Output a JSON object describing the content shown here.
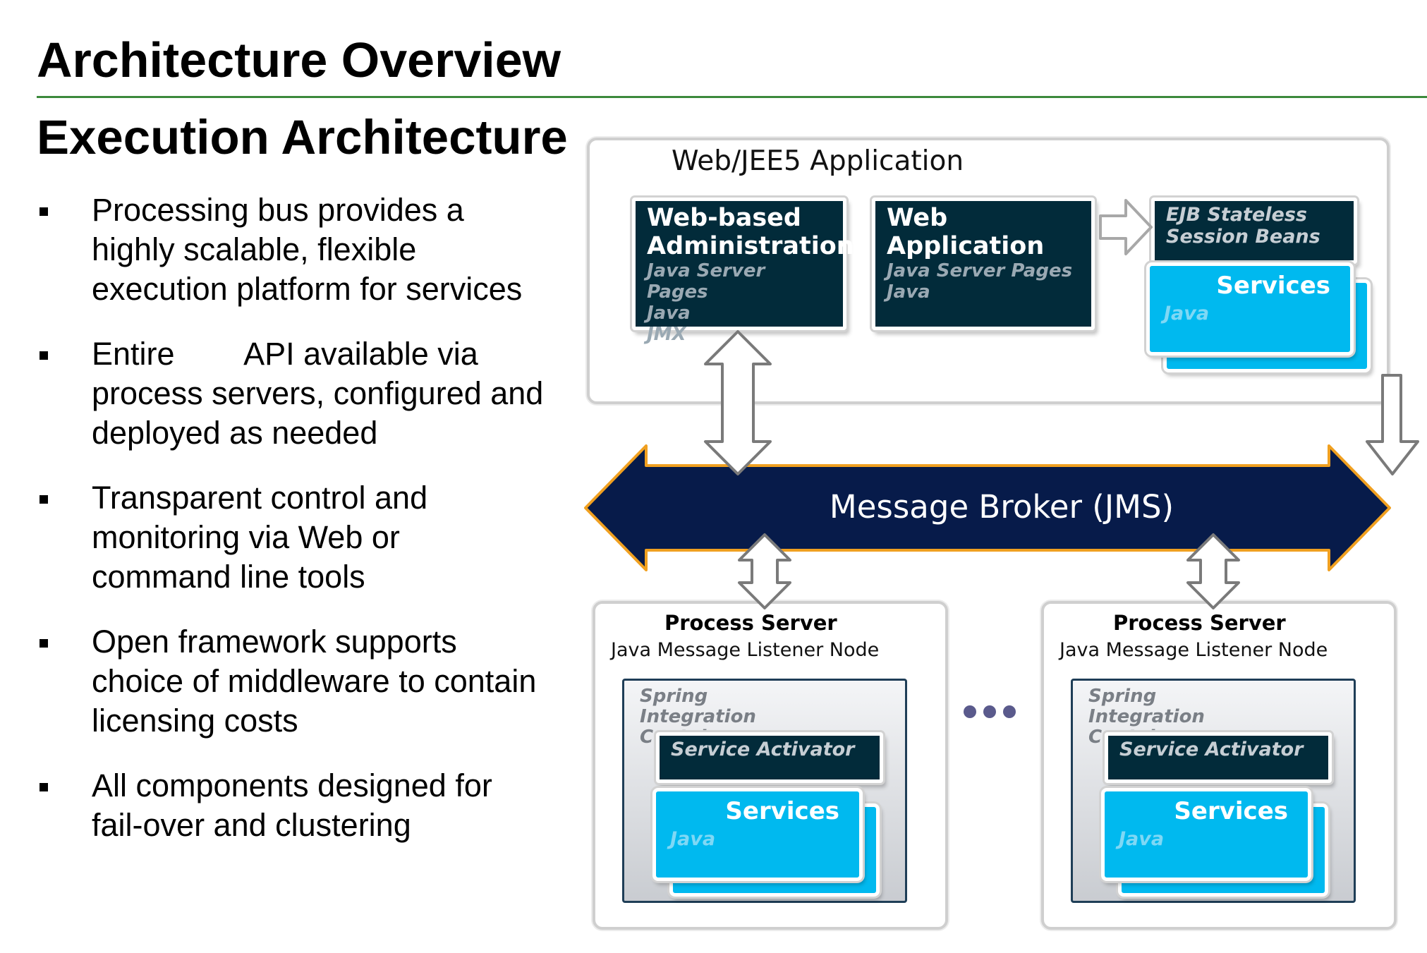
{
  "title": "Architecture Overview",
  "subtitle": "Execution Architecture",
  "bullets": [
    "Processing bus provides a highly scalable, flexible execution platform for services",
    "Entire        API available via process servers, configured and deployed as needed",
    "Transparent control and monitoring via Web or command line tools",
    "Open framework supports choice of middleware to contain licensing costs",
    "All components designed for fail-over and clustering"
  ],
  "diagram": {
    "app_panel_label": "Web/JEE5 Application",
    "web_admin": {
      "title": "Web-based Administration",
      "lines": [
        "Java Server Pages",
        "Java",
        "JMX"
      ]
    },
    "web_app": {
      "title": "Web Application",
      "lines": [
        "Java Server Pages",
        "Java"
      ]
    },
    "ejb": {
      "title": "EJB Stateless Session Beans"
    },
    "services_label": "Services",
    "services_sub": "Java",
    "broker_label": "Message Broker (JMS)",
    "process_server": {
      "title": "Process Server",
      "subtitle": "Java Message Listener Node",
      "container_label": "Spring Integration Container",
      "activator_label": "Service Activator"
    },
    "colors": {
      "dark_box": "#022b3a",
      "services": "#00b9ef",
      "broker": "#071b4a",
      "broker_outline": "#f0a020",
      "title_rule": "#3c8a3c"
    }
  }
}
